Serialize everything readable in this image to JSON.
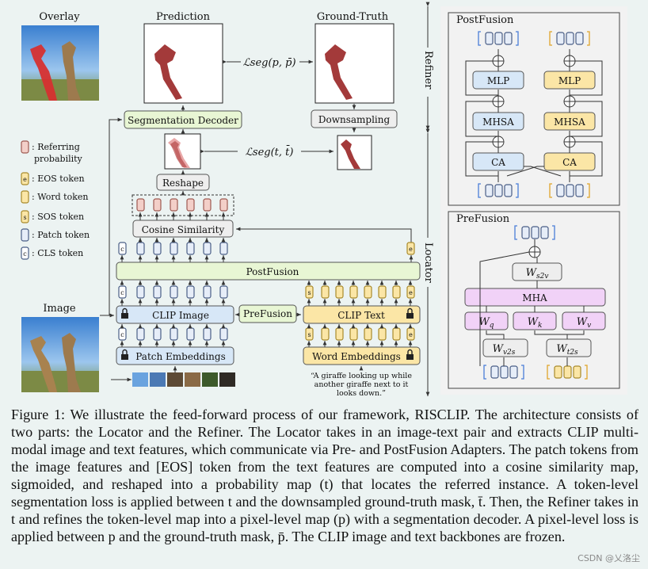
{
  "figure": {
    "labels": {
      "overlay": "Overlay",
      "prediction": "Prediction",
      "ground_truth": "Ground-Truth",
      "image": "Image",
      "refiner": "Refiner",
      "locator": "Locator"
    },
    "losses": {
      "seg_pixel": "ℒseg(p, p̄)",
      "seg_token": "ℒseg(t, t̄)"
    },
    "blocks": {
      "segmentation_decoder": "Segmentation Decoder",
      "downsampling": "Downsampling",
      "reshape": "Reshape",
      "cosine_similarity": "Cosine Similarity",
      "postfusion": "PostFusion",
      "clip_image": "CLIP Image",
      "prefusion": "PreFusion",
      "clip_text": "CLIP Text",
      "patch_embeddings": "Patch Embeddings",
      "word_embeddings": "Word Embeddings"
    },
    "legend": [
      {
        "symbol": "",
        "label": ": Referring probability",
        "color": "#f3cfc8",
        "border": "#9e5a52"
      },
      {
        "symbol": "e",
        "label": ": EOS token",
        "color": "#fbe6a6",
        "border": "#a88a2c"
      },
      {
        "symbol": "",
        "label": ": Word token",
        "color": "#fbe6a6",
        "border": "#a88a2c"
      },
      {
        "symbol": "s",
        "label": ": SOS token",
        "color": "#fbe6a6",
        "border": "#a88a2c"
      },
      {
        "symbol": "",
        "label": ": Patch token",
        "color": "#e6edf8",
        "border": "#4a5e86"
      },
      {
        "symbol": "c",
        "label": ": CLS token",
        "color": "#ffffff",
        "border": "#4a5e86"
      }
    ],
    "text_prompt": [
      "“A giraffe looking up while",
      "another giraffe next to it",
      "looks down.”"
    ],
    "token_letters": {
      "cls": "c",
      "eos": "e",
      "sos": "s"
    },
    "postfusion_panel": {
      "title": "PostFusion",
      "mlp": "MLP",
      "mhsa": "MHSA",
      "ca": "CA"
    },
    "prefusion_panel": {
      "title": "PreFusion",
      "ws2v": "W",
      "ws2v_sub": "s2v",
      "mha": "MHA",
      "wq": "W",
      "wq_sub": "q",
      "wk": "W",
      "wk_sub": "k",
      "wv": "W",
      "wv_sub": "v",
      "wv2s": "W",
      "wv2s_sub": "v2s",
      "wt2s": "W",
      "wt2s_sub": "t2s"
    },
    "colors": {
      "green_block": "#e8f6d4",
      "blue_block": "#d7e7f7",
      "yellow_block": "#fbe6a6",
      "purple_block": "#f1d2f7",
      "gray_block": "#eeeeee",
      "mask": "#a33a3a",
      "panel_bg": "#f2f2f2"
    }
  },
  "caption": {
    "text": "Figure 1: We illustrate the feed-forward process of our framework, RISCLIP. The architecture consists of two parts: the Locator and the Refiner. The Locator takes in an image-text pair and extracts CLIP multi-modal image and text features, which communicate via Pre- and PostFusion Adapters. The patch tokens from the image features and [EOS] token from the text features are computed into a cosine similarity map, sigmoided, and reshaped into a probability map (t) that locates the referred instance. A token-level segmentation loss is applied between t and the downsampled ground-truth mask, t̄. Then, the Refiner takes in t and refines the token-level map into a pixel-level map (p) with a segmentation decoder. A pixel-level loss is applied between p and the ground-truth mask, p̄. The CLIP image and text backbones are frozen."
  },
  "watermark": "CSDN @乂洛尘"
}
